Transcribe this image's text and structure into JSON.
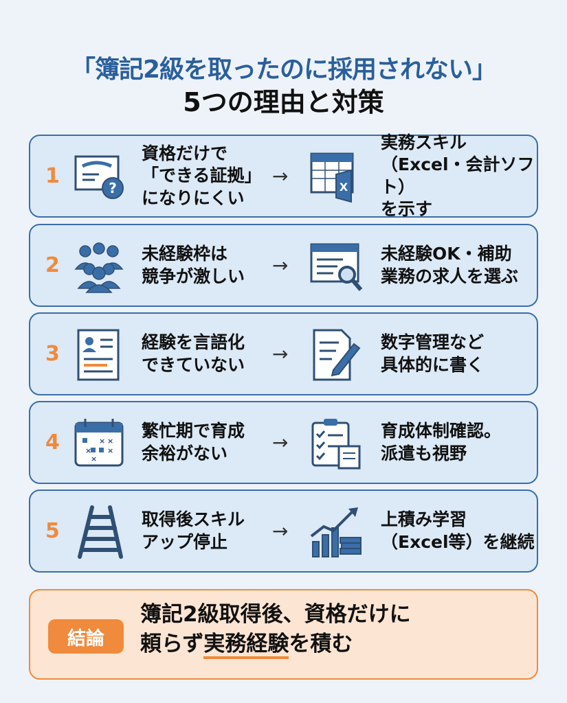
{
  "title": {
    "line1": "「簿記2級を取ったのに採用されない」",
    "line2": "5つの理由と対策"
  },
  "arrow": "→",
  "colors": {
    "accent": "#2a5f9c",
    "orange": "#f08a3c",
    "card_bg": "#dce9f6"
  },
  "items": [
    {
      "num": "1",
      "reason": "資格だけで\n「できる証拠」\nになりにくい",
      "solution": "実務スキル\n（Excel・会計ソフト）\nを示す",
      "reason_icon": "certificate-question-icon",
      "solution_icon": "excel-spreadsheet-icon"
    },
    {
      "num": "2",
      "reason": "未経験枠は\n競争が激しい",
      "solution": "未経験OK・補助\n業務の求人を選ぶ",
      "reason_icon": "crowd-icon",
      "solution_icon": "job-search-icon"
    },
    {
      "num": "3",
      "reason": "経験を言語化\nできていない",
      "solution": "数字管理など\n具体的に書く",
      "reason_icon": "resume-icon",
      "solution_icon": "document-pen-icon"
    },
    {
      "num": "4",
      "reason": "繁忙期で育成\n余裕がない",
      "solution": "育成体制確認。\n派遣も視野",
      "reason_icon": "calendar-icon",
      "solution_icon": "checklist-icon"
    },
    {
      "num": "5",
      "reason": "取得後スキル\nアップ停止",
      "solution": "上積み学習\n（Excel等）を継続",
      "reason_icon": "ladder-icon",
      "solution_icon": "growth-chart-books-icon"
    }
  ],
  "conclusion": {
    "badge": "結論",
    "line1": "簿記2級取得後、資格だけに",
    "line2_pre": "頼らず",
    "line2_em": "実務経験",
    "line2_post": "を積む"
  }
}
